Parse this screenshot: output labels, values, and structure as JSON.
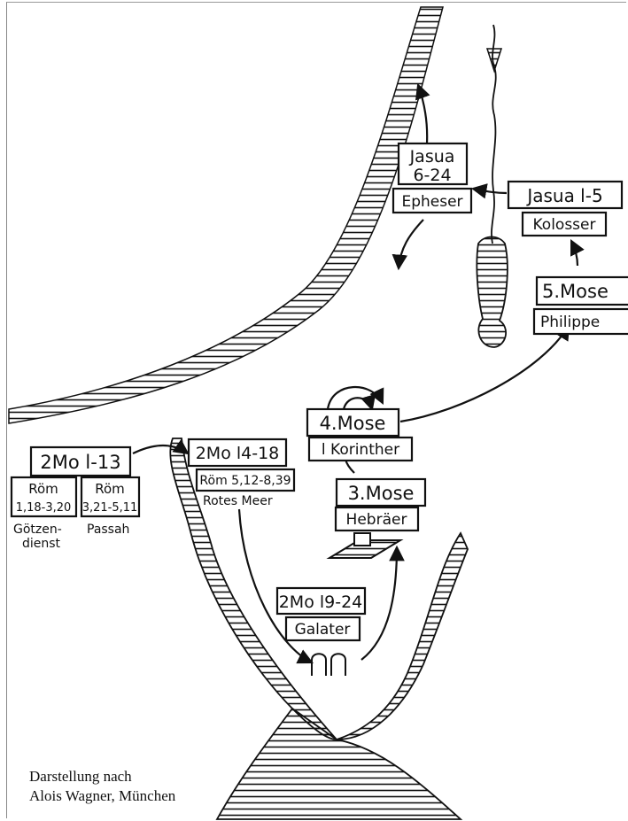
{
  "stations": {
    "jasua_6_24": {
      "line1": "Jasua",
      "line2": "6-24",
      "sub": "Epheser"
    },
    "jasua_1_5": {
      "main": "Jasua l-5",
      "sub": "Kolosser"
    },
    "mose5": {
      "main": "5.Mose",
      "sub": "Philippe"
    },
    "mose4": {
      "main": "4.Mose",
      "sub": "l Korinther"
    },
    "mose3": {
      "main": "3.Mose",
      "sub": "Hebräer"
    },
    "mo14_18": {
      "main": "2Mo l4-18",
      "sub": "Röm 5,12-8,39",
      "note": "Rotes Meer"
    },
    "mo1_13": {
      "main": "2Mo l-13"
    },
    "rom_a": {
      "line1": "Röm",
      "line2": "1,18-3,20",
      "note1": "Götzen-",
      "note2": "dienst"
    },
    "rom_b": {
      "line1": "Röm",
      "line2": "3,21-5,11",
      "note": "Passah"
    },
    "mo19_24": {
      "main": "2Mo l9-24",
      "sub": "Galater"
    }
  },
  "credit": {
    "line1": "Darstellung nach",
    "line2": "Alois Wagner, München"
  },
  "colors": {
    "ink": "#111111",
    "background": "#ffffff"
  }
}
